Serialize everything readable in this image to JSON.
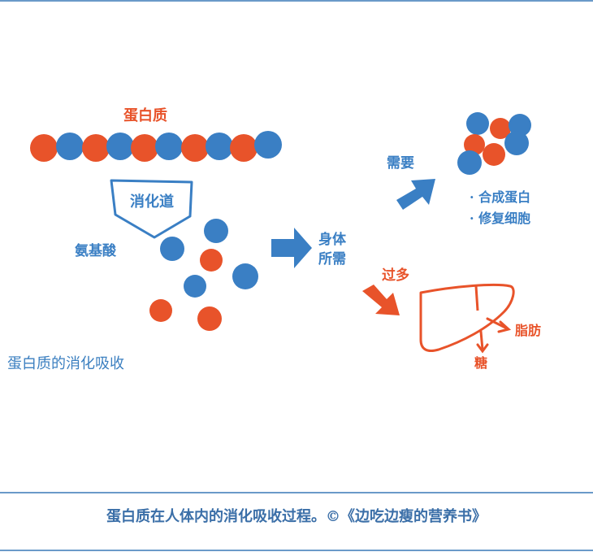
{
  "colors": {
    "blue": "#3a7fc4",
    "orange": "#e8532a",
    "rule": "#6a9ac9",
    "caption_blue": "#3b7fc0"
  },
  "labels": {
    "protein": "蛋白质",
    "digestive_tract": "消化道",
    "amino_acid": "氨基酸",
    "body_needs_line1": "身体",
    "body_needs_line2": "所需",
    "need": "需要",
    "synthesize_protein": "· 合成蛋白",
    "repair_cells": "· 修复细胞",
    "excess": "过多",
    "fat": "脂肪",
    "sugar": "糖"
  },
  "figure_caption": "蛋白质的消化吸收",
  "credit": "蛋白质在人体内的消化吸收过程。©《边吃边瘦的营养书》",
  "icons": [
    "protein-chain-icon",
    "funnel-icon",
    "arrow-right-icon",
    "arrow-up-right-icon",
    "arrow-down-right-icon",
    "liver-icon"
  ]
}
